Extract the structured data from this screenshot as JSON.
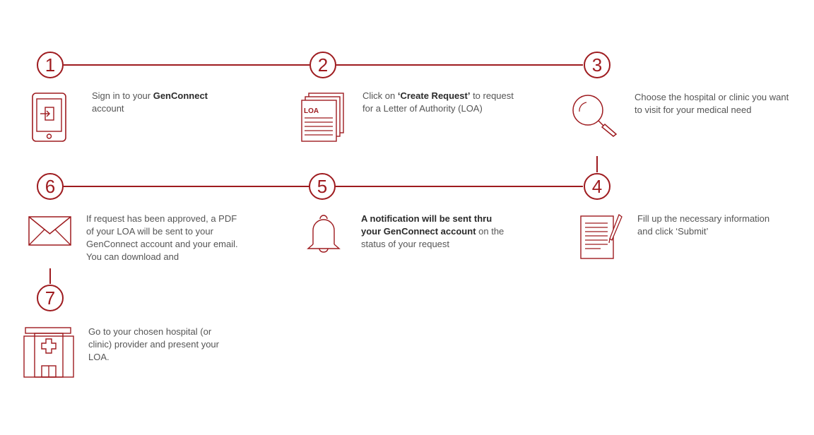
{
  "colors": {
    "accent": "#9e1b1f",
    "text": "#555555",
    "strong_text": "#2b2b2b"
  },
  "steps": [
    {
      "number": "1",
      "icon": "tablet-login-icon",
      "parts": [
        {
          "text": "Sign in to your "
        },
        {
          "text": "GenConnect",
          "bold": true
        },
        {
          "text": " account"
        }
      ]
    },
    {
      "number": "2",
      "icon": "loa-document-icon",
      "icon_label": "LOA",
      "parts": [
        {
          "text": "Click on "
        },
        {
          "text": "‘Create Request’",
          "bold": true
        },
        {
          "text": " to request for a Letter of Authority (LOA)"
        }
      ]
    },
    {
      "number": "3",
      "icon": "magnifier-icon",
      "parts": [
        {
          "text": "Choose the hospital or clinic you want to visit for your medical need"
        }
      ]
    },
    {
      "number": "4",
      "icon": "form-pen-icon",
      "parts": [
        {
          "text": "Fill up the necessary information and click ‘Submit’"
        }
      ]
    },
    {
      "number": "5",
      "icon": "bell-icon",
      "parts": [
        {
          "text": "A notification will be sent thru your GenConnect account",
          "bold": true
        },
        {
          "text": " on the status of your request"
        }
      ]
    },
    {
      "number": "6",
      "icon": "envelope-icon",
      "parts": [
        {
          "text": "If request has been approved, a PDF of your LOA will be sent to your GenConnect account and your email. You can download and"
        }
      ]
    },
    {
      "number": "7",
      "icon": "hospital-icon",
      "parts": [
        {
          "text": "Go to your chosen hospital (or clinic) provider and present your LOA."
        }
      ]
    }
  ]
}
